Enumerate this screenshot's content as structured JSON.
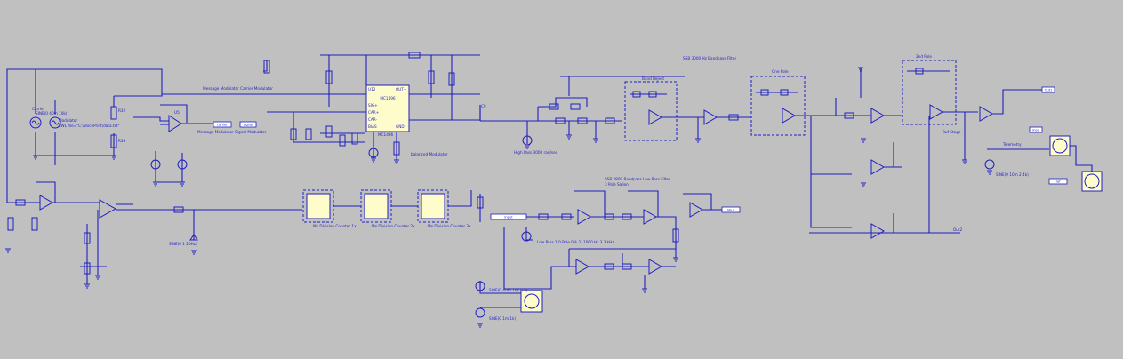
{
  "schematic": {
    "background": "#c0c0c0",
    "wire_color": "#1f1fbf",
    "chip_fill": "#fffccc",
    "labels": {
      "carrier_source": "Carrier",
      "carrier_source_value": "SINE(0 40m 10k)",
      "modulator_label": "Modulator",
      "modulator_desc": "PWL file=\"C:\\VoicePrint\\data.txt\"",
      "carrier_disc_text": "Message Modulator Carrier Modulator",
      "message_disc_text": "Message Modulator Signal Modulator",
      "mc1496_part": "MC1496",
      "mc1496_value": "MC1496",
      "balanced_mod_note": "balanced Modulator",
      "highpass_title": "High Pass 3000 rad/sec",
      "ssb_filter_title": "SSB 3000 Hz Bandpass Filter",
      "stage_tag_1": "Band Reject",
      "stage_tag_2": "One Pole",
      "stage_tag_3": "2nd Pole",
      "stage_tag_4": "Buf Stage",
      "lowpass_title": "SSB 2800 Bandpass Low Pass Filter",
      "lowpass_sub": "3 Pole Sallen",
      "hf_low_note": "Low Pass 1.0 Pole 0 & 1. 1000 Hz 3.3 kHz",
      "lfo_note": "SINE(0 1 20Hz)",
      "bottom_source": "SINE(0 40m 10k 0.5)",
      "counter_note_1": "Mx Division Counter 1x",
      "counter_note_2": "Mx Division Counter 2x",
      "counter_note_3": "Mx Division Counter 3x",
      "telemetry": "Telemetry",
      "out_tag": "Out1",
      "out_tag_2": "Out2",
      "v_source": "SINE(0 10m 2.4k)",
      "v_source_2": "SINE(0 1m 1k)",
      "in_tag": "Input",
      "vout_tag": "Vout",
      "mod_tag": "mod",
      "carrier_tag": "carrier",
      "signal_tag": "signal",
      "ref_tag": "ref"
    }
  }
}
